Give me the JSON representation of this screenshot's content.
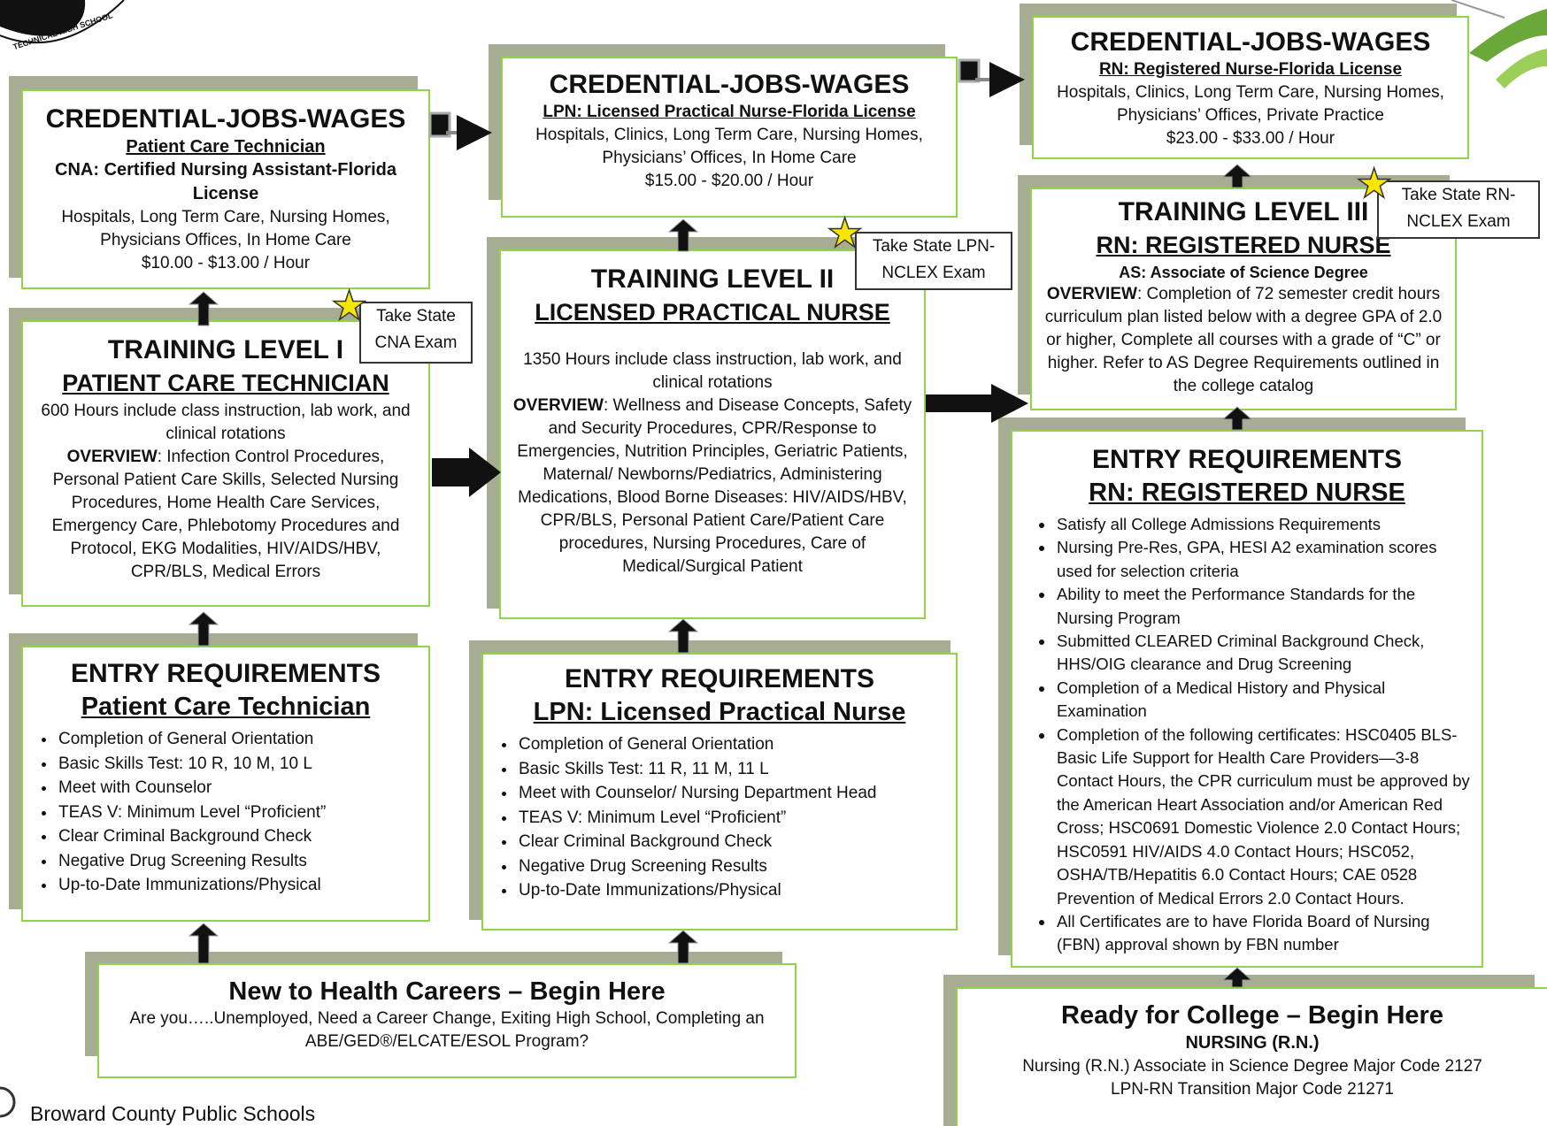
{
  "footer": {
    "org": "Broward County Public Schools"
  },
  "logo": {
    "text": "TECHNICAL HIGH SCHOOL · Broward County Public Schools"
  },
  "pct_credential": {
    "heading": "CREDENTIAL-JOBS-WAGES",
    "title": "Patient Care Technician",
    "license": "CNA: Certified Nursing Assistant-Florida License",
    "places": "Hospitals, Long Term Care, Nursing Homes, Physicians Offices, In Home Care",
    "wage": "$10.00 - $13.00 / Hour"
  },
  "lpn_credential": {
    "heading": "CREDENTIAL-JOBS-WAGES",
    "title": "LPN: Licensed Practical Nurse-Florida License",
    "places": "Hospitals, Clinics, Long Term Care, Nursing Homes, Physicians’ Offices, In Home Care",
    "wage": "$15.00 - $20.00 / Hour"
  },
  "rn_credential": {
    "heading": "CREDENTIAL-JOBS-WAGES",
    "title": "RN: Registered Nurse-Florida License",
    "places": "Hospitals, Clinics, Long Term Care, Nursing Homes, Physicians’ Offices, Private Practice",
    "wage": "$23.00 - $33.00 / Hour"
  },
  "training1": {
    "heading": "TRAINING LEVEL I",
    "title": "PATIENT CARE TECHNICIAN",
    "hours": "600 Hours include class instruction, lab work, and clinical rotations",
    "overview_label": "OVERVIEW",
    "overview": ": Infection Control Procedures, Personal Patient Care Skills, Selected Nursing Procedures, Home Health Care Services, Emergency Care, Phlebotomy Procedures and Protocol, EKG Modalities, HIV/AIDS/HBV, CPR/BLS, Medical Errors"
  },
  "training2": {
    "heading": "TRAINING LEVEL II",
    "title": "LICENSED PRACTICAL NURSE",
    "hours": "1350 Hours include class instruction, lab work, and clinical rotations",
    "overview_label": "OVERVIEW",
    "overview": ": Wellness and Disease Concepts, Safety and Security Procedures, CPR/Response to Emergencies, Nutrition Principles, Geriatric Patients, Maternal/ Newborns/Pediatrics, Administering Medications, Blood Borne Diseases: HIV/AIDS/HBV, CPR/BLS, Personal Patient Care/Patient Care procedures, Nursing Procedures, Care of Medical/Surgical Patient"
  },
  "training3": {
    "heading": "TRAINING LEVEL III",
    "title": "RN: REGISTERED NURSE",
    "degree": "AS: Associate of Science Degree",
    "overview_label": "OVERVIEW",
    "overview": ": Completion of 72 semester credit hours curriculum plan listed below with a degree GPA of 2.0 or higher, Complete all courses with a grade of “C” or higher. Refer to AS Degree Requirements outlined in the college catalog"
  },
  "exams": {
    "cna": [
      "Take State",
      "CNA Exam"
    ],
    "lpn": [
      "Take State LPN-",
      "NCLEX Exam"
    ],
    "rn": [
      "Take State RN-",
      "NCLEX Exam"
    ]
  },
  "entry_pct": {
    "heading": "ENTRY REQUIREMENTS",
    "title": "Patient Care Technician",
    "items": [
      "Completion of General Orientation",
      "Basic Skills Test: 10 R, 10 M, 10 L",
      "Meet with Counselor",
      "TEAS V: Minimum Level “Proficient”",
      "Clear Criminal Background Check",
      "Negative Drug Screening Results",
      "Up-to-Date Immunizations/Physical"
    ]
  },
  "entry_lpn": {
    "heading": "ENTRY REQUIREMENTS",
    "title": "LPN: Licensed Practical Nurse",
    "items": [
      "Completion of General Orientation",
      "Basic Skills Test: 11 R, 11 M, 11 L",
      "Meet with Counselor/ Nursing Department Head",
      "TEAS V: Minimum Level “Proficient”",
      "Clear Criminal Background Check",
      "Negative Drug Screening Results",
      "Up-to-Date Immunizations/Physical"
    ]
  },
  "entry_rn": {
    "heading": "ENTRY REQUIREMENTS",
    "title": "RN: REGISTERED NURSE",
    "items": [
      "Satisfy all College Admissions Requirements",
      "Nursing Pre-Res, GPA, HESI A2 examination scores used for selection criteria",
      "Ability to meet the Performance Standards for the Nursing Program",
      "Submitted CLEARED Criminal Background Check, HHS/OIG clearance and Drug Screening",
      "Completion of a Medical History and Physical Examination",
      "Completion of the following certificates: HSC0405 BLS-Basic Life Support for Health Care Providers—3-8 Contact Hours, the CPR curriculum must be approved by the American Heart Association and/or American Red Cross; HSC0691 Domestic Violence 2.0 Contact Hours; HSC0591 HIV/AIDS 4.0 Contact Hours; HSC052, OSHA/TB/Hepatitis 6.0 Contact Hours; CAE 0528 Prevention of Medical Errors 2.0 Contact Hours.",
      "All Certificates are to have Florida Board of Nursing (FBN) approval shown by FBN number"
    ]
  },
  "new_careers": {
    "heading": "New to Health Careers – Begin Here",
    "text": "Are you…..Unemployed, Need a Career Change, Exiting High School, Completing an ABE/GED®/ELCATE/ESOL Program?"
  },
  "ready_college": {
    "heading": "Ready for College – Begin Here",
    "subtitle": "NURSING (R.N.)",
    "line1": "Nursing (R.N.) Associate in Science Degree Major Code 2127",
    "line2": "LPN-RN Transition Major Code 21271"
  }
}
